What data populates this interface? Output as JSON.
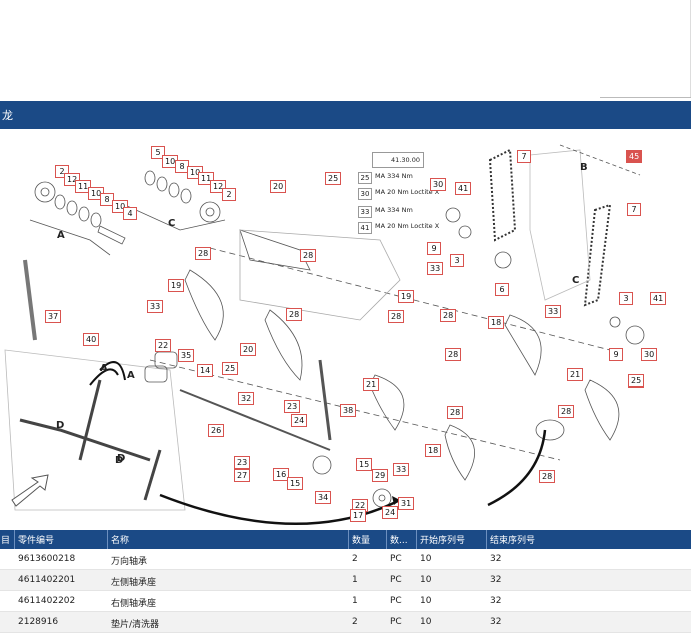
{
  "header": {
    "title": "龙"
  },
  "diagram": {
    "ref_code": "41.30.00",
    "torque_specs": [
      {
        "item": "25",
        "spec": "MA 334 Nm"
      },
      {
        "item": "30",
        "spec": "MA 20 Nm Loctite X"
      },
      {
        "item": "33",
        "spec": "MA 334 Nm"
      },
      {
        "item": "41",
        "spec": "MA 20 Nm Loctite X"
      }
    ],
    "highlighted_callout": "45",
    "letters": [
      "A",
      "B",
      "C",
      "A",
      "C",
      "A",
      "D",
      "D",
      "D"
    ],
    "callouts": [
      "2",
      "12",
      "11",
      "10",
      "8",
      "10",
      "4",
      "5",
      "10",
      "8",
      "10",
      "11",
      "12",
      "2",
      "20",
      "25",
      "7",
      "30",
      "41",
      "9",
      "33",
      "3",
      "6",
      "28",
      "28",
      "28",
      "19",
      "19",
      "33",
      "28",
      "28",
      "22",
      "35",
      "14",
      "20",
      "40",
      "37",
      "25",
      "32",
      "23",
      "24",
      "26",
      "38",
      "21",
      "25",
      "28",
      "23",
      "27",
      "16",
      "15",
      "34",
      "22",
      "24",
      "29",
      "17",
      "15",
      "33",
      "31",
      "18",
      "28",
      "21",
      "25",
      "28",
      "28",
      "18",
      "33",
      "3",
      "41",
      "9",
      "30",
      "7"
    ]
  },
  "table": {
    "columns": [
      "目",
      "零件编号",
      "名称",
      "数量",
      "数...",
      "开始序列号",
      "结束序列号"
    ],
    "rows": [
      {
        "part": "9613600218",
        "name": "万向轴承",
        "qty": "2",
        "unit": "PC",
        "start": "10",
        "end": "32"
      },
      {
        "part": "4611402201",
        "name": "左侧轴承座",
        "qty": "1",
        "unit": "PC",
        "start": "10",
        "end": "32"
      },
      {
        "part": "4611402202",
        "name": "右侧轴承座",
        "qty": "1",
        "unit": "PC",
        "start": "10",
        "end": "32"
      },
      {
        "part": "2128916",
        "name": "垫片/清洗器",
        "qty": "2",
        "unit": "PC",
        "start": "10",
        "end": "32"
      }
    ]
  },
  "colors": {
    "header_bg": "#1b4a86",
    "callout_border": "#d9534f",
    "highlight": "#d9534f"
  }
}
